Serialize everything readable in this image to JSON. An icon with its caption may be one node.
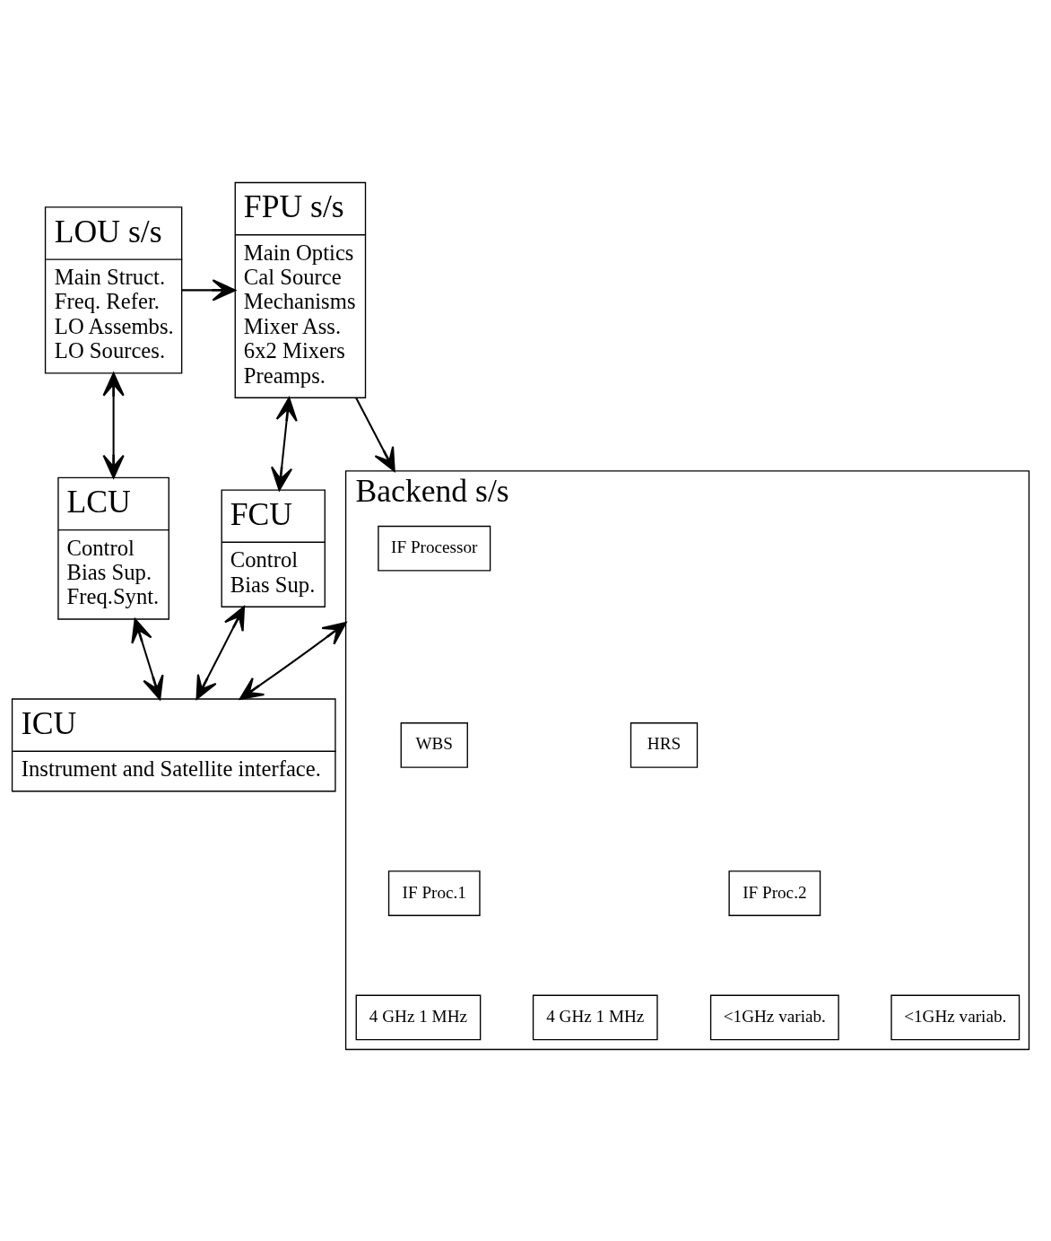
{
  "diagram": {
    "nodes": [
      {
        "text": [
          "FPU s/s",
          "Main Optics",
          "Cal Source",
          "Mechanisms",
          "Mixer Ass.",
          "6x2 Mixers",
          "Preamps."
        ]
      },
      {
        "text": [
          "LOU s/s",
          "Main Struct.",
          "Freq. Refer.",
          "LO Assembs.",
          "LO Sources."
        ]
      },
      {
        "text": [
          "Backend s/s"
        ]
      },
      {
        "text": [
          "IF Processor"
        ],
        "in": 2
      },
      {
        "text": [
          "WBS"
        ],
        "in": 2
      },
      {
        "text": [
          "HRS"
        ],
        "in": 2
      },
      {
        "text": [
          "IF Proc.1"
        ],
        "in": 2
      },
      {
        "text": [
          "IF Proc.2"
        ],
        "in": 2
      },
      {
        "text": [
          "4 GHz 1 MHz"
        ],
        "in": 2
      },
      {
        "text": [
          "4 GHz 1 MHz"
        ],
        "in": 2
      },
      {
        "text": [
          "<1GHz variab."
        ],
        "in": 2
      },
      {
        "text": [
          "<1GHz variab."
        ],
        "in": 2
      },
      {
        "text": [
          "FCU",
          "Control",
          "Bias Sup."
        ]
      },
      {
        "text": [
          "LCU",
          "Control",
          "Bias Sup.",
          "Freq.Synt."
        ]
      },
      {
        "text": [
          "ICU",
          "Instrument and Satellite interface."
        ]
      }
    ],
    "edges": [
      {
        "from": 1,
        "to": 0,
        "arrow": "to"
      },
      {
        "from": 0,
        "to": 2,
        "arrow": "to"
      },
      {
        "from": 0,
        "to": 12,
        "arrow": "both"
      },
      {
        "from": 1,
        "to": 13,
        "arrow": "both"
      },
      {
        "from": 12,
        "to": 14,
        "arrow": "both"
      },
      {
        "from": 2,
        "to": 14,
        "arrow": "both"
      },
      {
        "from": 13,
        "to": 14,
        "arrow": "both"
      }
    ]
  }
}
